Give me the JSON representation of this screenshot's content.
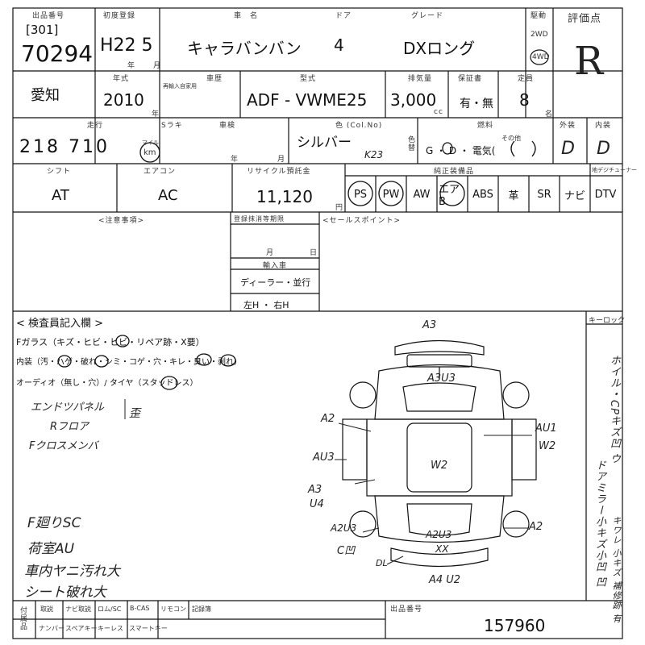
{
  "header": {
    "lot_label": "出品番号",
    "lot_prefix": "[301]",
    "lot_number": "70294",
    "first_reg_label": "初度登録",
    "first_reg": "H22 5",
    "first_reg_unit": "年",
    "first_reg_unit_month": "月",
    "car_name_label": "車　名",
    "car_name": "キャラバンバン",
    "doors_label": "ドア",
    "doors": "4",
    "grade_label": "グレード",
    "grade": "DXロング",
    "drive_label": "駆動",
    "drive_2wd": "2WD",
    "drive_4wd": "4WD",
    "score_label": "評価点",
    "score": "R"
  },
  "row2": {
    "region": "愛知",
    "model_year_label": "年式",
    "model_year": "2010",
    "model_year_unit": "年",
    "history_label": "車歴",
    "history_note": "再輸入自家用",
    "type_label": "型式",
    "type": "ADF - VWME25",
    "displacement_label": "排気量",
    "displacement": "3,000",
    "displacement_unit": "cc",
    "warranty_label": "保証書",
    "warranty": "有・無",
    "capacity_label": "定員",
    "capacity": "8",
    "capacity_unit": "名"
  },
  "row3": {
    "mileage_label": "走行",
    "mileage_label2": "Sラキ",
    "mileage": "218 710",
    "mileage_unit_mile": "マイル",
    "mileage_unit_km": "km",
    "inspection_label": "車検",
    "inspection_year": "年",
    "inspection_month": "月",
    "color_label": "色 (Col.No)",
    "color": "シルバー",
    "color_code": "K23",
    "color_change_label": "色替",
    "fuel_label": "燃料",
    "fuel": "G ・ D ・ 電気(",
    "fuel_other": "その他",
    "exterior_label": "外装",
    "exterior": "D",
    "interior_label": "内装",
    "interior": "D"
  },
  "row4": {
    "shift_label": "シフト",
    "shift": "AT",
    "ac_label": "エアコン",
    "ac": "AC",
    "recycle_label": "リサイクル預託金",
    "recycle": "11,120",
    "recycle_unit": "円",
    "equipment_label": "純正装備品",
    "dtv_header": "地デジチューナー",
    "options": [
      "PS",
      "PW",
      "AW",
      "エアB",
      "ABS",
      "革",
      "SR",
      "ナビ",
      "DTV"
    ]
  },
  "row5": {
    "notes_label": "<注意事項>",
    "registration_deadline_label": "登録抹消等期限",
    "month": "月",
    "day": "日",
    "import_label": "輸入車",
    "dealer": "ディーラー・並行",
    "steering": "左H ・ 右H",
    "sales_point_label": "<セールスポイント>"
  },
  "inspector": {
    "title": "< 検査員記入欄 >",
    "glass_line": "Fガラス（キズ・ヒビ・ヒビ・リペア跡・X要）",
    "interior_line": "内装（汚・ハゲ・破れ・シミ・コゲ・穴・キレ・臭い・剥れ）",
    "audio_line": "オーディオ（無し・穴）/ タイヤ（スタッドレス）",
    "handwritten_top": [
      "エンドツパネル",
      "Rフロア",
      "Fクロスメンバ"
    ],
    "handwritten_top_note": "歪",
    "handwritten_bottom": [
      "F廻りSC",
      "荷室AU",
      "車内ヤニ汚れ大",
      "シート破れ大"
    ],
    "key_lock_label": "キーロック",
    "right_vertical_1": "ホイル・CPキズ凹 ウ",
    "right_vertical_2": "ドアミラー小キズ小凹 凹",
    "right_vertical_3": "キワレ 小キズ 補修跡 有"
  },
  "diagram_marks": [
    "A3",
    "A3U3",
    "AU1",
    "W2",
    "A2",
    "AU3",
    "W2",
    "A3",
    "U4",
    "A2U3",
    "C凹",
    "A2U3",
    "XX",
    "A2",
    "DL",
    "A4 U2"
  ],
  "footer": {
    "items_top": [
      "取説",
      "ナビ取説",
      "ロム/SC",
      "B-CAS",
      "リモコン",
      "記録簿"
    ],
    "items_bottom": [
      "ナンバー",
      "スペアキー",
      "キーレス",
      "スマートキー"
    ],
    "row_label": "付属品",
    "auction_no_label": "出品番号",
    "auction_no": "157960"
  }
}
